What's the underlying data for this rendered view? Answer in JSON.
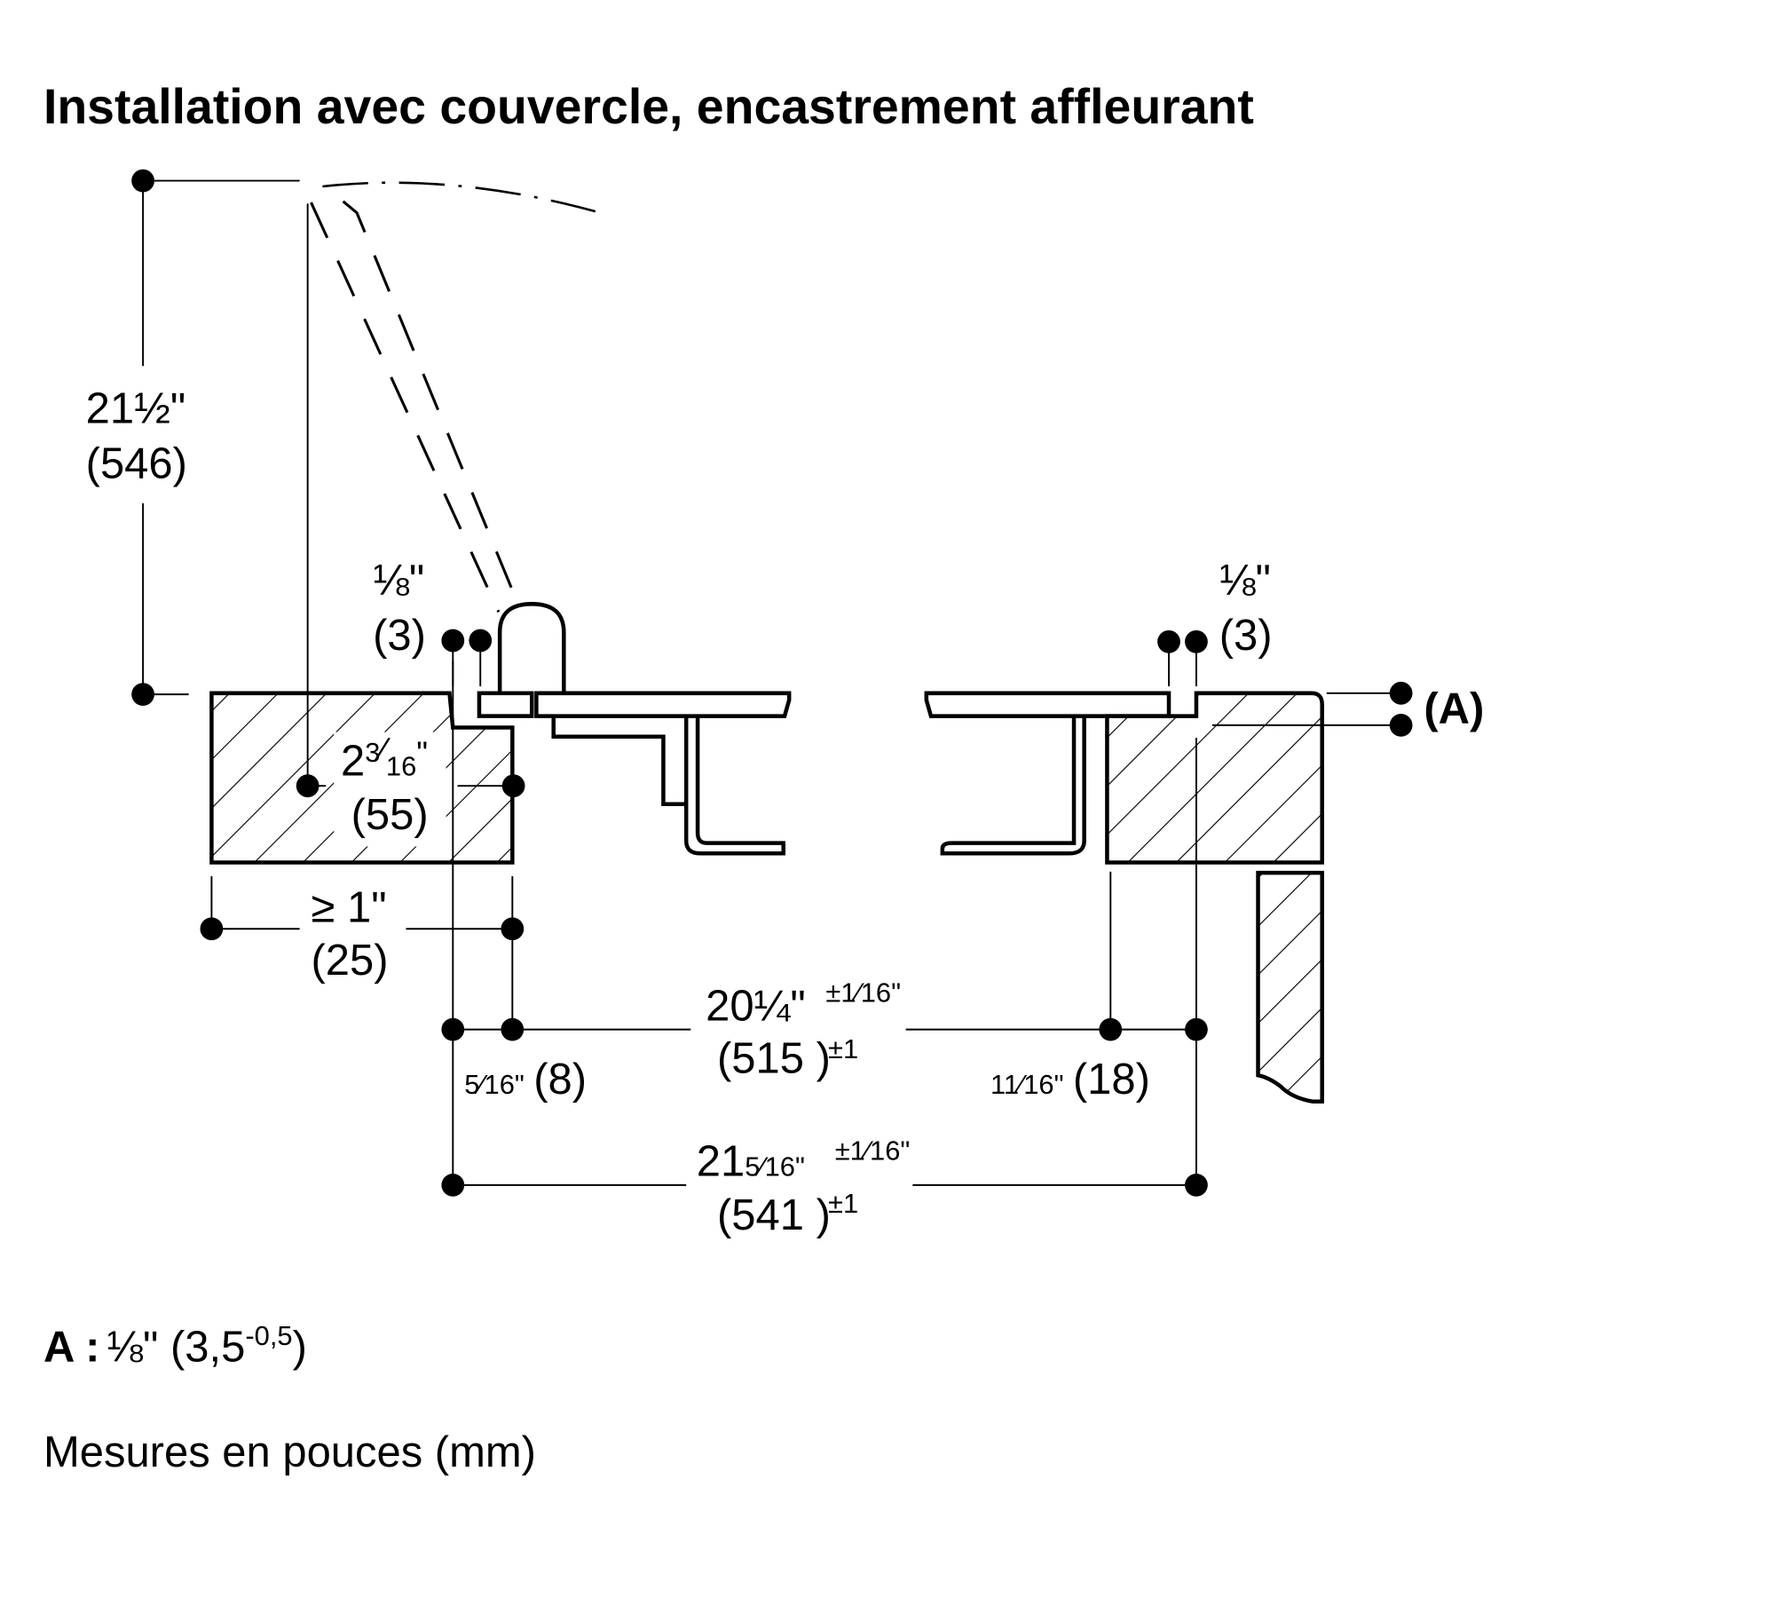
{
  "title": "Installation avec couvercle, encastrement affleurant",
  "dimensions": {
    "lid_height": {
      "inch": "21½\"",
      "mm": "(546)"
    },
    "gap_left": {
      "inch": "⅛\"",
      "mm": "(3)"
    },
    "gap_right": {
      "inch": "⅛\"",
      "mm": "(3)"
    },
    "depth": {
      "inch_whole": "2",
      "inch_num": "3",
      "inch_den": "16",
      "inch_unit": "\"",
      "mm": "(55)"
    },
    "min_edge": {
      "inch": "≥ 1\"",
      "mm": "(25)"
    },
    "cutout_inner": {
      "inch": "20¼\"",
      "tolerance_inch": "±1⁄16\"",
      "mm": "(515 )",
      "tolerance_mm": "±1"
    },
    "offset_left": {
      "inch": "5⁄16\"",
      "mm": "(8)"
    },
    "offset_right": {
      "inch": "11⁄16\"",
      "mm": "(18)"
    },
    "cutout_outer": {
      "inch": "21",
      "inch_frac": "5⁄16\"",
      "tolerance_inch": "±1⁄16\"",
      "mm": "(541 )",
      "tolerance_mm": "±1"
    },
    "a_label": "(A)"
  },
  "legend": {
    "a_key": "A :",
    "a_value": "⅛\" (3,5",
    "a_tolerance": "-0,5",
    "a_close": ")",
    "units": "Mesures en pouces (mm)"
  }
}
